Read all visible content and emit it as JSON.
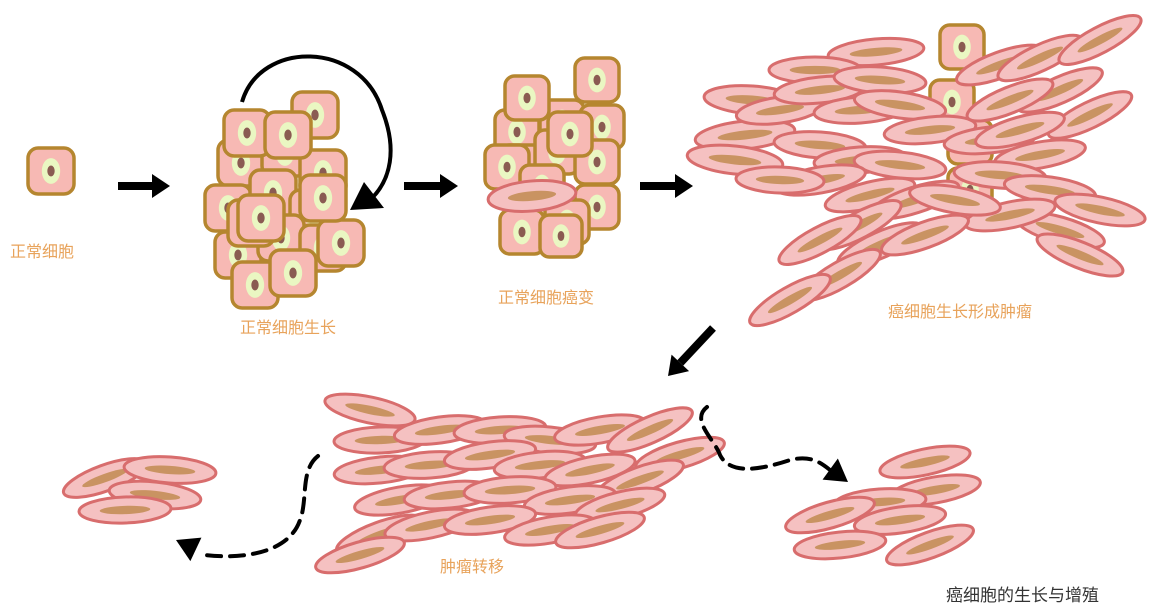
{
  "labels": {
    "normal_cell": "正常细胞",
    "normal_growth": "正常细胞生长",
    "cancerous_change": "正常细胞癌变",
    "tumor_formation": "癌细胞生长形成肿瘤",
    "metastasis": "肿瘤转移"
  },
  "caption": "癌细胞的生长与增殖",
  "colors": {
    "label": "#e8a35b",
    "caption": "#333333",
    "square_cell_border": "#b5862f",
    "square_cell_fill": "#f7b9b4",
    "nucleus_ring": "#eaf7c2",
    "nucleus": "#8a5b52",
    "spindle_border": "#d86d6d",
    "spindle_fill": "#f5c1c1",
    "spindle_nucleus": "#c99362",
    "arrow": "#000000"
  },
  "icons": [
    "solid-arrow",
    "curved-arrow",
    "dashed-arrow"
  ]
}
